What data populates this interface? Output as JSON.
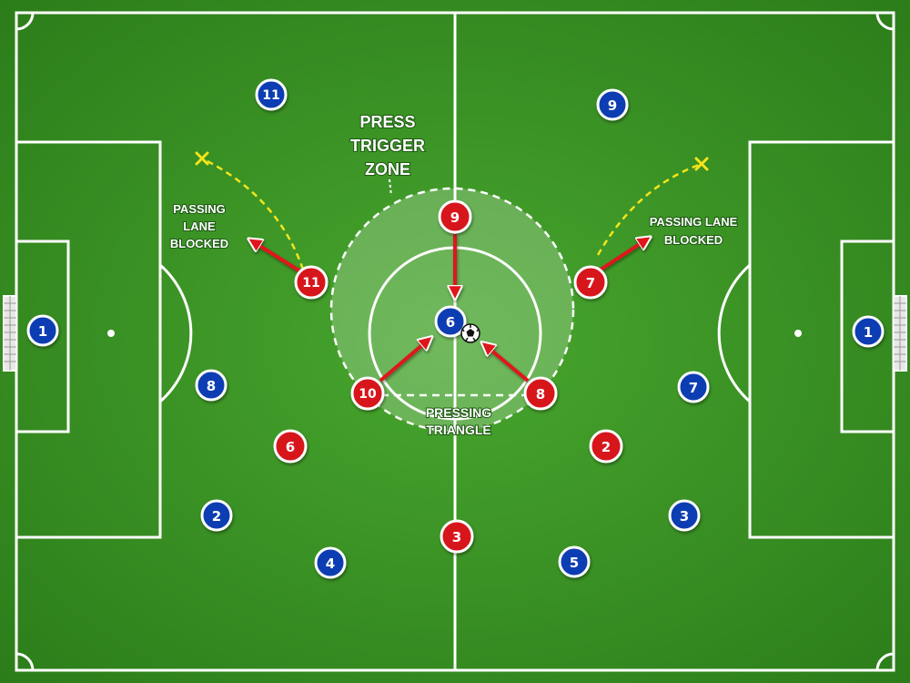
{
  "colors": {
    "pitch_light": "#48a62e",
    "pitch_dark": "#2c7d1a",
    "line": "#ffffff",
    "red_team": "#d7161e",
    "blue_team": "#0b3db2",
    "arrow": "#e0151b",
    "blocked_lane": "#f2e51c",
    "zone_fill": "rgba(255,255,255,0.22)"
  },
  "labels": {
    "zone_line1": "PRESS",
    "zone_line2": "TRIGGER",
    "zone_line3": "ZONE",
    "triangle_line1": "PRESSING",
    "triangle_line2": "TRIANGLE",
    "left_lane_line1": "PASSING",
    "left_lane_line2": "LANE",
    "left_lane_line3": "BLOCKED",
    "right_lane_line1": "PASSING LANE",
    "right_lane_line2": "BLOCKED"
  },
  "players": {
    "blue_gk_left": "1",
    "blue_11": "11",
    "blue_8": "8",
    "blue_2_left": "2",
    "blue_4": "4",
    "blue_6": "6",
    "blue_5": "5",
    "blue_3": "3",
    "blue_7": "7",
    "blue_9": "9",
    "blue_gk_right": "1",
    "red_9": "9",
    "red_11": "11",
    "red_7": "7",
    "red_10": "10",
    "red_8": "8",
    "red_6": "6",
    "red_2": "2",
    "red_3": "3"
  },
  "icons": {
    "ball": "soccer-ball-icon",
    "blocked_marker": "x-mark-icon"
  }
}
